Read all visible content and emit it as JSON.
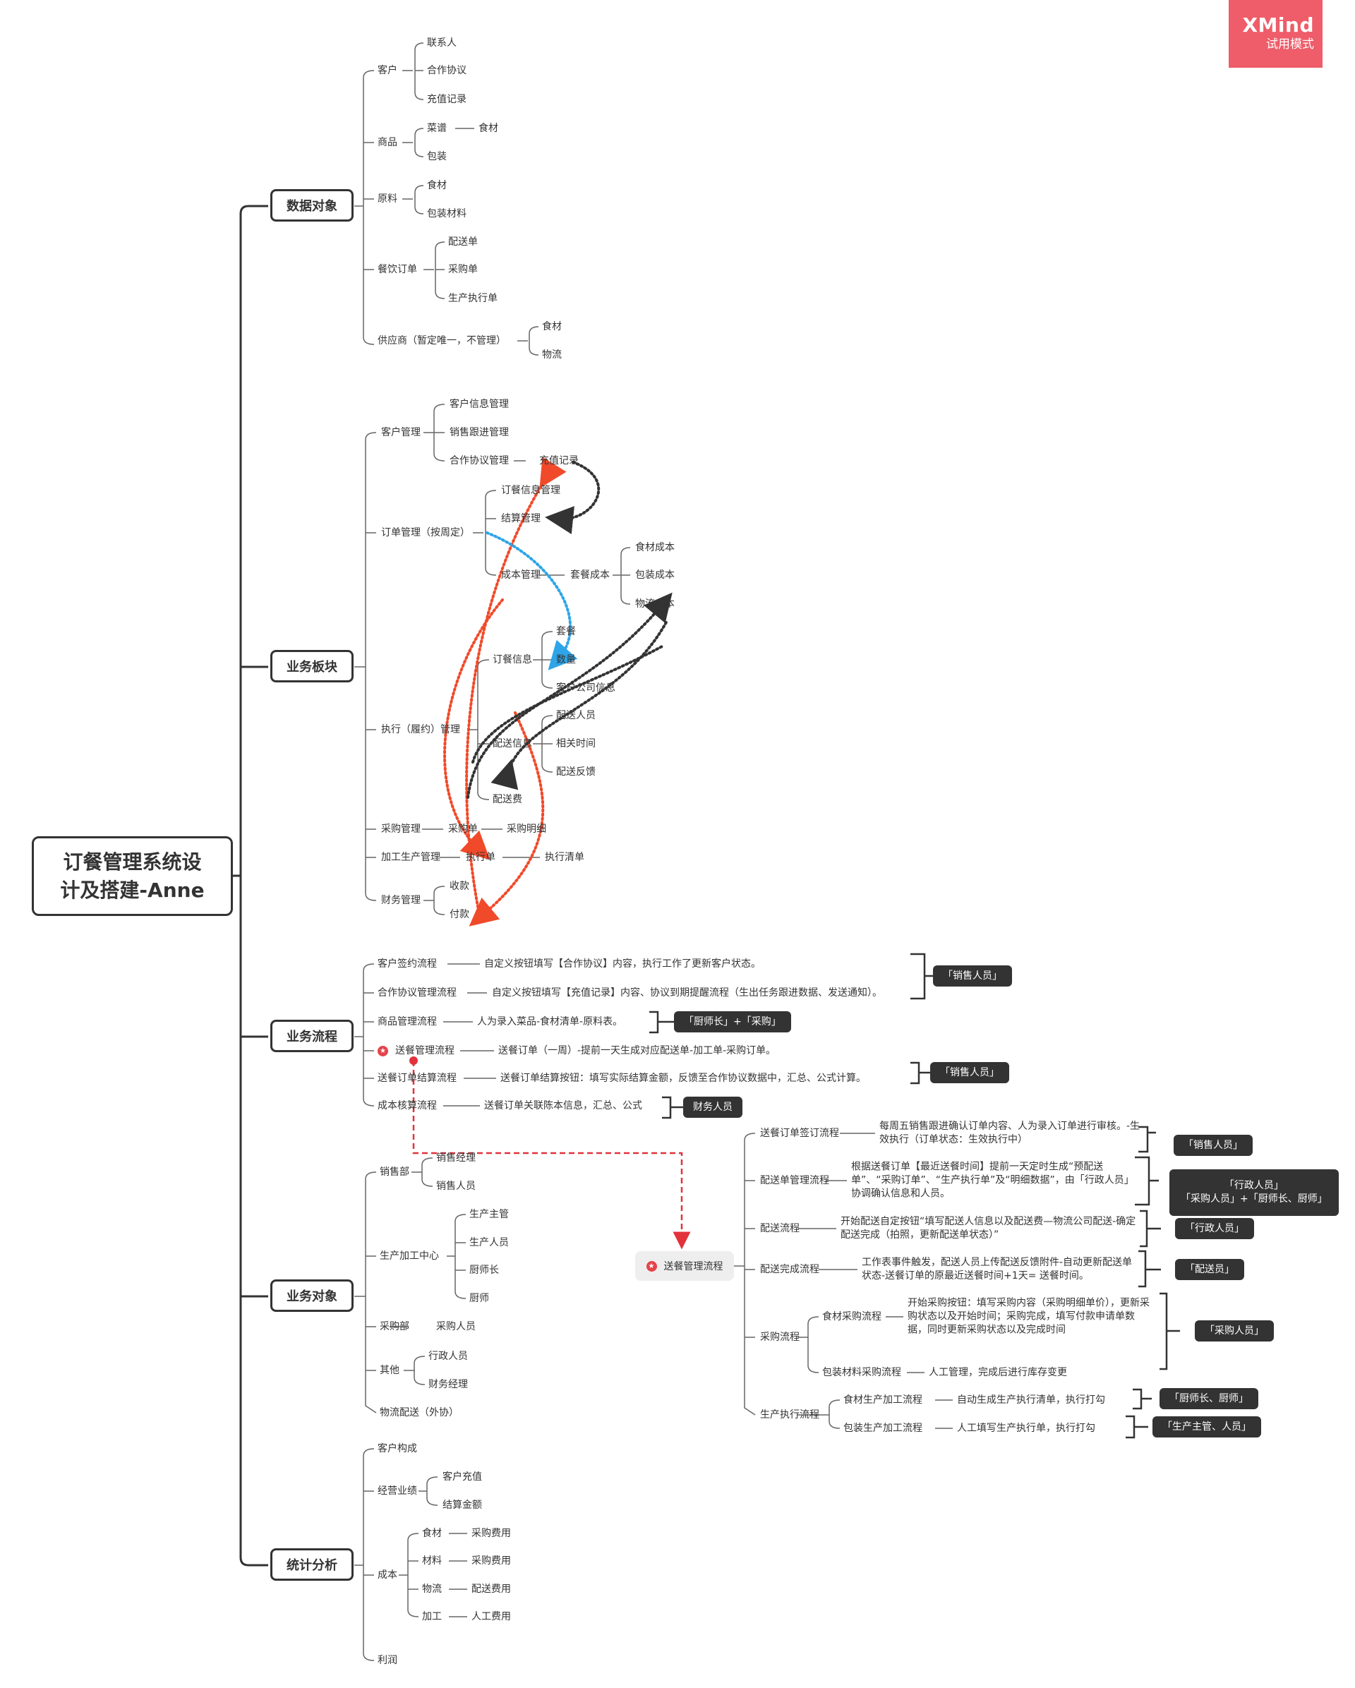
{
  "watermark": {
    "brand": "XMind",
    "mode": "试用模式"
  },
  "root": {
    "line1": "订餐管理系统设",
    "line2": "计及搭建-Anne"
  },
  "branches": {
    "data_objects": {
      "label": "数据对象",
      "customer": {
        "label": "客户",
        "children": [
          "联系人",
          "合作协议",
          "充值记录"
        ]
      },
      "goods": {
        "label": "商品",
        "recipe": "菜谱",
        "recipe_child": "食材",
        "packaging": "包装"
      },
      "material": {
        "label": "原料",
        "children": [
          "食材",
          "包装材料"
        ]
      },
      "catering_order": {
        "label": "餐饮订单",
        "children": [
          "配送单",
          "采购单",
          "生产执行单"
        ]
      },
      "supplier": {
        "label": "供应商（暂定唯一，不管理）",
        "children": [
          "食材",
          "物流"
        ]
      }
    },
    "business_modules": {
      "label": "业务板块",
      "customer_mgmt": {
        "label": "客户管理",
        "children": [
          "客户信息管理",
          "销售跟进管理",
          "合作协议管理"
        ],
        "recharge": "充值记录"
      },
      "order_mgmt": {
        "label": "订单管理（按周定）",
        "children": [
          "订餐信息管理",
          "结算管理",
          "成本管理"
        ],
        "package_cost": "套餐成本",
        "cost_items": [
          "食材成本",
          "包装成本",
          "物流成本"
        ]
      },
      "fulfillment_mgmt": {
        "label": "执行（履约）管理",
        "order_info": {
          "label": "订餐信息",
          "children": [
            "套餐",
            "数量",
            "客户公司信息"
          ]
        },
        "delivery_info": {
          "label": "配送信息",
          "children": [
            "配送人员",
            "相关时间",
            "配送反馈"
          ]
        },
        "delivery_fee": "配送费"
      },
      "purchase_mgmt": {
        "label": "采购管理",
        "order": "采购单",
        "detail": "采购明细"
      },
      "production_mgmt": {
        "label": "加工生产管理",
        "order": "执行单",
        "list": "执行清单"
      },
      "finance_mgmt": {
        "label": "财务管理",
        "children": [
          "收款",
          "付款"
        ]
      }
    },
    "business_processes": {
      "label": "业务流程",
      "items": [
        {
          "label": "客户签约流程",
          "desc": "自定义按钮填写【合作协议】内容，执行工作了更新客户状态。"
        },
        {
          "label": "合作协议管理流程",
          "desc": "自定义按钮填写【充值记录】内容、协议到期提醒流程（生出任务跟进数据、发送通知）。"
        },
        {
          "label": "商品管理流程",
          "desc": "人为录入菜品-食材清单-原料表。"
        },
        {
          "label": "送餐管理流程",
          "desc": "送餐订单（一周）-提前一天生成对应配送单-加工单-采购订单。"
        },
        {
          "label": "送餐订单结算流程",
          "desc": "送餐订单结算按钮：填写实际结算金额，反馈至合作协议数据中，汇总、公式计算。"
        },
        {
          "label": "成本核算流程",
          "desc": "送餐订单关联陈本信息，汇总、公式"
        }
      ],
      "roles": [
        "「销售人员」",
        "「厨师长」+「采购」",
        "「销售人员」",
        "财务人员"
      ]
    },
    "business_entities": {
      "label": "业务对象",
      "sales_dept": {
        "label": "销售部",
        "children": [
          "销售经理",
          "销售人员"
        ]
      },
      "production_center": {
        "label": "生产加工中心",
        "children": [
          "生产主管",
          "生产人员",
          "厨师长",
          "厨师"
        ]
      },
      "purchase_dept": {
        "label": "采购部",
        "child": "采购人员"
      },
      "other": {
        "label": "其他",
        "children": [
          "行政人员",
          "财务经理"
        ]
      },
      "logistics": {
        "label": "物流配送（外协）"
      }
    },
    "statistics": {
      "label": "统计分析",
      "customer_composition": "客户构成",
      "performance": {
        "label": "经营业绩",
        "children": [
          "客户充值",
          "结算金额"
        ]
      },
      "cost": {
        "label": "成本",
        "children": [
          {
            "label": "食材",
            "value": "采购费用"
          },
          {
            "label": "材料",
            "value": "采购费用"
          },
          {
            "label": "物流",
            "value": "配送费用"
          },
          {
            "label": "加工",
            "value": "人工费用"
          }
        ]
      },
      "profit": "利润"
    }
  },
  "delivery_flow": {
    "label": "送餐管理流程",
    "items": [
      {
        "label": "送餐订单签订流程",
        "desc": "每周五销售跟进确认订单内容、人为录入订单进行审核。-生效执行（订单状态：生效执行中）",
        "role": "「销售人员」"
      },
      {
        "label": "配送单管理流程",
        "desc": "根据送餐订单【最近送餐时间】提前一天定时生成“预配送单”、“采购订单”、“生产执行单”及“明细数据”，由「行政人员」协调确认信息和人员。",
        "role_line1": "「行政人员」",
        "role_line2": "「采购人员」+「厨师长、厨师」"
      },
      {
        "label": "配送流程",
        "desc": "开始配送自定按钮“填写配送人信息以及配送费—物流公司配送-确定配送完成（拍照，更新配送单状态）”",
        "role": "「行政人员」"
      },
      {
        "label": "配送完成流程",
        "desc": "工作表事件触发，配送人员上传配送反馈附件-自动更新配送单状态-送餐订单的原最近送餐时间+1天= 送餐时间。",
        "role": "「配送员」"
      }
    ],
    "purchase": {
      "label": "采购流程",
      "food": {
        "label": "食材采购流程",
        "desc": "开始采购按钮：填写采购内容（采购明细单价），更新采购状态以及开始时间；采购完成，填写付款申请单数据，同时更新采购状态以及完成时间"
      },
      "packaging": {
        "label": "包装材料采购流程",
        "desc": "人工管理，完成后进行库存变更"
      },
      "role": "「采购人员」"
    },
    "production": {
      "label": "生产执行流程",
      "food": {
        "label": "食材生产加工流程",
        "desc": "自动生成生产执行清单，执行打勾",
        "role": "「厨师长、厨师」"
      },
      "packaging": {
        "label": "包装生产加工流程",
        "desc": "人工填写生产执行单，执行打勾",
        "role": "「生产主管、人员」"
      }
    }
  },
  "colors": {
    "line": "#333333",
    "branch": "#555555",
    "relation_red": "#f04a2a",
    "relation_blue": "#2ea5e8",
    "relation_dark": "#333333",
    "dashed_red": "#e2323c",
    "watermark": "#ee5d69"
  }
}
